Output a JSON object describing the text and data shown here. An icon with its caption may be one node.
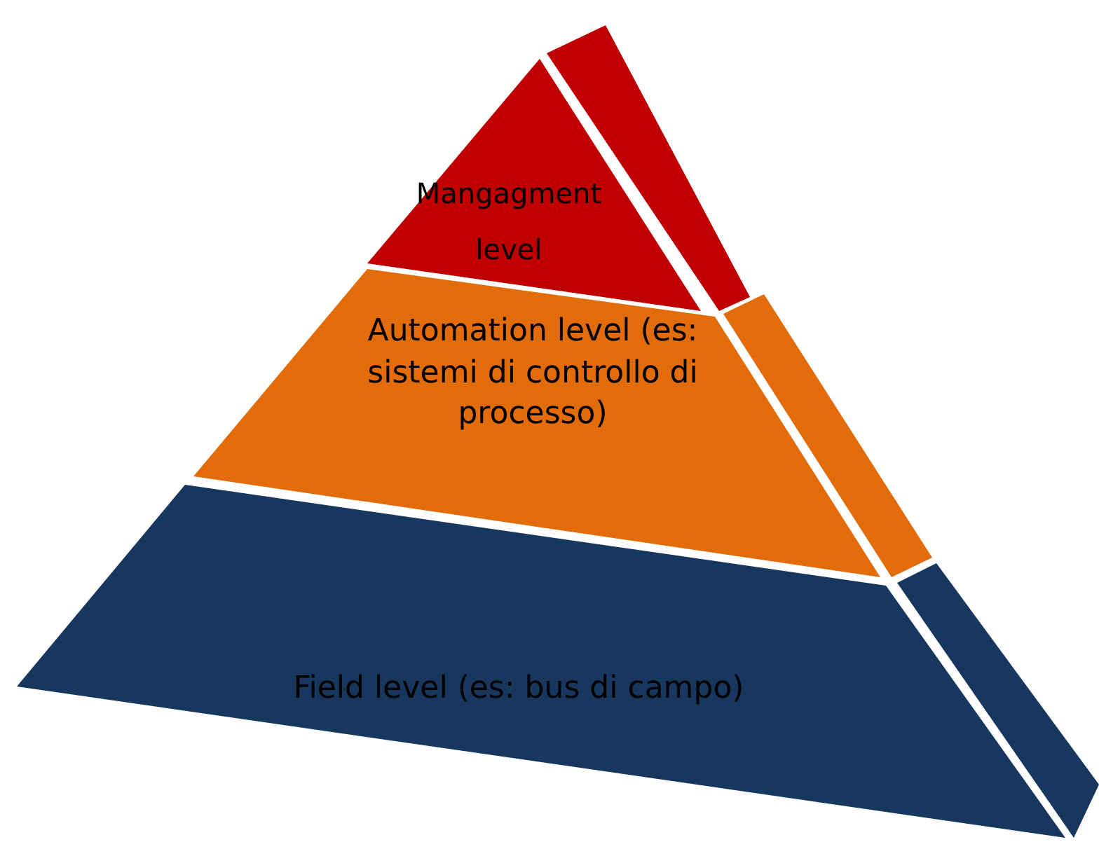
{
  "diagram": {
    "nodes": [
      {
        "text": [
          "Mangagment level"
        ]
      },
      {
        "text": [
          "Automation level (es: sistemi di controllo di processo)"
        ]
      },
      {
        "text": [
          "Field level (es: bus di campo)"
        ]
      }
    ]
  }
}
